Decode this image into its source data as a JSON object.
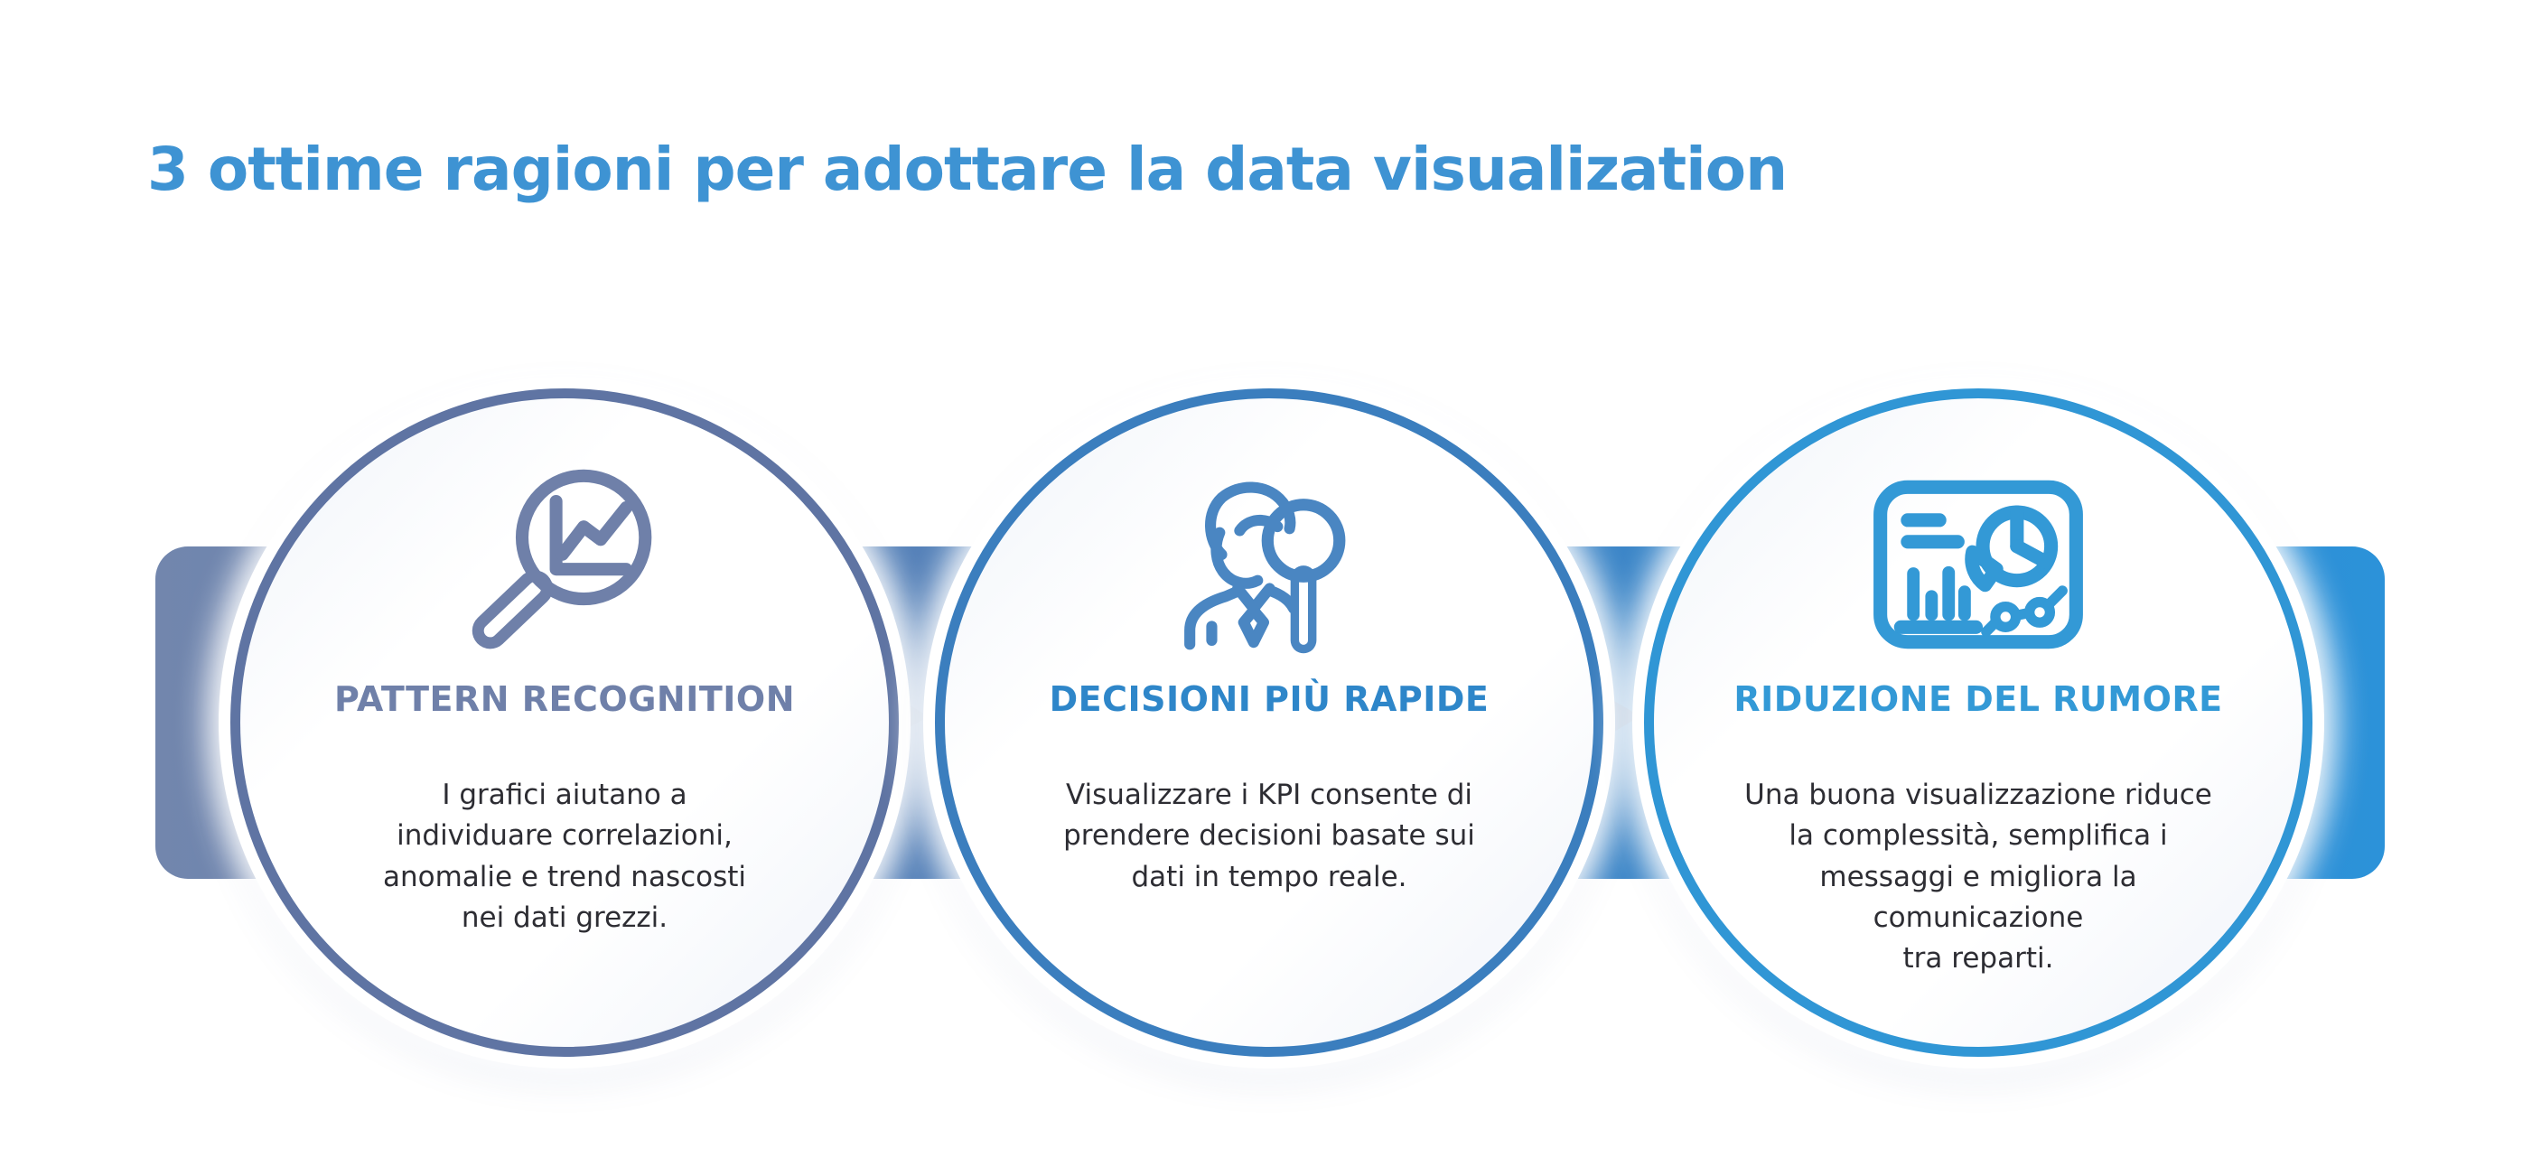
{
  "title": "3 ottime ragioni per adottare la data visualization",
  "cards": [
    {
      "heading": "PATTERN RECOGNITION",
      "body": "I grafici aiutano a\nindividuare correlazioni,\nanomalie e trend nascosti\nnei dati grezzi.",
      "icon": "magnifier-trend-chart-icon",
      "accent_color": "#6F80A9",
      "border_color": "#5F74A3"
    },
    {
      "heading": "DECISIONI PIÙ RAPIDE",
      "body": "Visualizzare i KPI consente di\nprendere decisioni basate sui\ndati in tempo reale.",
      "icon": "person-with-magnifier-icon",
      "accent_color": "#2E86C9",
      "border_color": "#3B7EBE"
    },
    {
      "heading": "RIDUZIONE DEL RUMORE",
      "body": "Una buona visualizzazione riduce\nla complessità, semplifica i\nmessaggi e migliora la\ncomunicazione\ntra reparti.",
      "icon": "dashboard-charts-icon",
      "accent_color": "#3399D6",
      "border_color": "#3096D5"
    }
  ],
  "colors": {
    "title": "#3E93D3",
    "body_text": "#2d2d33",
    "ribbon_gradient_start": "#7286AD",
    "ribbon_gradient_end": "#2C92D9",
    "arrow_1": "#4A74A6",
    "arrow_2": "#3B70A9",
    "background": "#ffffff"
  }
}
